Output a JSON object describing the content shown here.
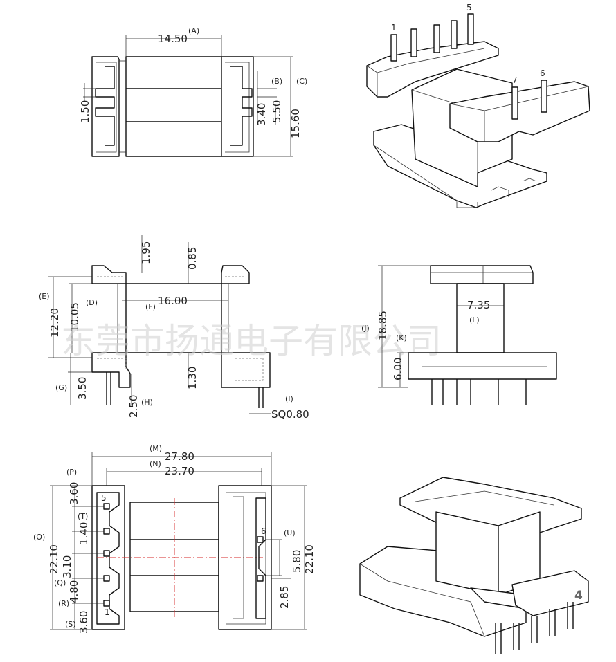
{
  "views": {
    "top": {
      "label_a": "(A)",
      "dim_a": "14.50",
      "label_b": "(B)",
      "dim_b": "3.40",
      "label_c": "(C)",
      "dim_c": "15.60",
      "dim_d1": "1.50",
      "dim_d2": "5.50"
    },
    "front": {
      "dim_195": "1.95",
      "dim_085": "0.85",
      "label_e": "(E)",
      "dim_e": "12.20",
      "label_d": "(D)",
      "dim_d": "10.05",
      "label_f": "(F)",
      "dim_f": "16.00",
      "label_g": "(G)",
      "dim_g": "3.50",
      "dim_h": "2.50",
      "label_h": "(H)",
      "dim_130": "1.30",
      "label_i": "(I)",
      "dim_i": "SQ0.80"
    },
    "side": {
      "label_j": "(J)",
      "dim_j": "18.85",
      "label_l": "(L)",
      "dim_l": "7.35",
      "label_k": "(K)",
      "dim_k": "6.00"
    },
    "bottom": {
      "label_m": "(M)",
      "dim_m": "27.80",
      "label_n": "(N)",
      "dim_n": "23.70",
      "label_p": "(P)",
      "dim_p": "3.60",
      "label_t": "(T)",
      "dim_t": "1.40",
      "label_o": "(O)",
      "dim_o": "22.10",
      "dim_o2": "3.10",
      "label_q": "(Q)",
      "dim_q": "4.80",
      "label_r": "(R)",
      "label_s": "(S)",
      "dim_s": "3.60",
      "label_u": "(U)",
      "dim_u": "5.80",
      "dim_u2": "2.85",
      "dim_o_right": "22.10",
      "pin5": "5",
      "pin1": "1",
      "pin6": "6"
    },
    "iso_top": {
      "pin1": "1",
      "pin5": "5",
      "pin7": "7",
      "pin6": "6"
    },
    "iso_bottom": {
      "badge": "4"
    }
  },
  "watermark": "东莞市扬通电子有限公司"
}
